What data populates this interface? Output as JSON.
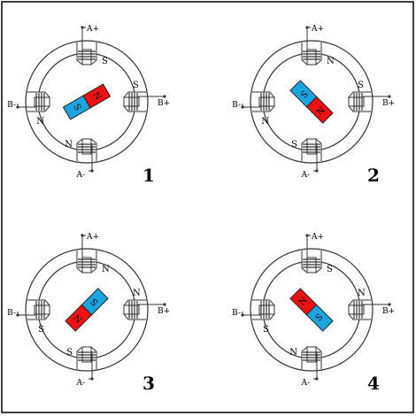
{
  "colors": {
    "magnet_north": "#ee1111",
    "magnet_south": "#1aa5e0",
    "line": "#333333",
    "frame": "#000000"
  },
  "steps": [
    {
      "number": "1",
      "terminals": {
        "a_plus": "A+",
        "a_minus": "A-",
        "b_plus": "B+",
        "b_minus": "B-"
      },
      "poles": {
        "top": "S",
        "bottom": "N",
        "left": "N",
        "right": "S"
      },
      "magnet": {
        "angle_deg": -30,
        "north_label": "N",
        "south_label": "S"
      }
    },
    {
      "number": "2",
      "terminals": {
        "a_plus": "A+",
        "a_minus": "A-",
        "b_plus": "B+",
        "b_minus": "B-"
      },
      "poles": {
        "top": "N",
        "bottom": "S",
        "left": "N",
        "right": "S"
      },
      "magnet": {
        "angle_deg": 45,
        "north_label": "N",
        "south_label": "S"
      }
    },
    {
      "number": "3",
      "terminals": {
        "a_plus": "A+",
        "a_minus": "A-",
        "b_plus": "B+",
        "b_minus": "B-"
      },
      "poles": {
        "top": "N",
        "bottom": "S",
        "left": "S",
        "right": "N"
      },
      "magnet": {
        "angle_deg": 135,
        "north_label": "N",
        "south_label": "S"
      }
    },
    {
      "number": "4",
      "terminals": {
        "a_plus": "A+",
        "a_minus": "A-",
        "b_plus": "B+",
        "b_minus": "B-"
      },
      "poles": {
        "top": "S",
        "bottom": "N",
        "left": "S",
        "right": "N"
      },
      "magnet": {
        "angle_deg": -135,
        "north_label": "N",
        "south_label": "S"
      }
    }
  ]
}
